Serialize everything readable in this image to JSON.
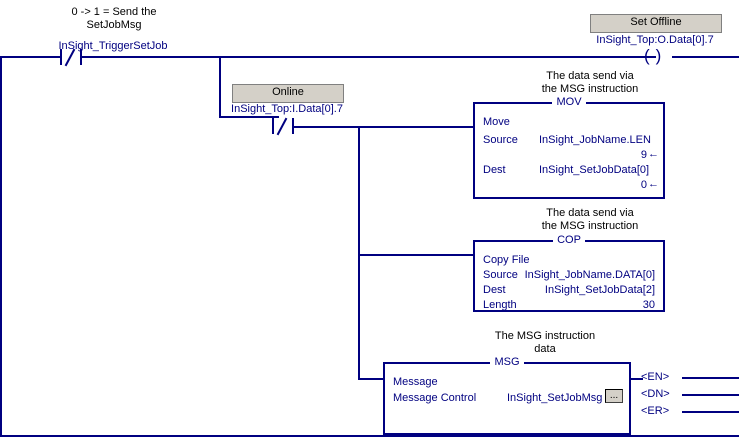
{
  "rung": {
    "comments": {
      "trigger": "0 -> 1 = Send the\nSetJobMsg",
      "mov": "The data send via\nthe MSG instruction",
      "cop": "The data send via\nthe MSG instruction",
      "msg": "The MSG instruction\ndata"
    },
    "elements": {
      "trigger_contact": {
        "label": "InSight_TriggerSetJob",
        "type": "xio-contact"
      },
      "online_contact": {
        "name": "Online",
        "label": "InSight_Top:I.Data[0].7",
        "type": "xio-contact"
      },
      "set_offline_coil": {
        "name": "Set Offline",
        "label": "InSight_Top:O.Data[0].7",
        "type": "coil"
      }
    },
    "blocks": [
      {
        "id": "mov",
        "title": "MOV",
        "rows": [
          {
            "name": "Move",
            "tag": "",
            "value": ""
          },
          {
            "name": "Source",
            "tag": "InSight_JobName.LEN",
            "value": ""
          },
          {
            "name": "",
            "tag": "",
            "value": "9"
          },
          {
            "name": "Dest",
            "tag": "InSight_SetJobData[0]",
            "value": ""
          },
          {
            "name": "",
            "tag": "",
            "value": "0"
          }
        ]
      },
      {
        "id": "cop",
        "title": "COP",
        "rows": [
          {
            "name": "Copy File",
            "tag": "",
            "value": ""
          },
          {
            "name": "Source",
            "tag": "InSight_JobName.DATA[0]",
            "value": ""
          },
          {
            "name": "Dest",
            "tag": "InSight_SetJobData[2]",
            "value": ""
          },
          {
            "name": "Length",
            "tag": "",
            "value": "30"
          }
        ]
      },
      {
        "id": "msg",
        "title": "MSG",
        "rows": [
          {
            "name": "Message",
            "tag": "",
            "value": ""
          },
          {
            "name": "Message Control",
            "tag": "InSight_SetJobMsg",
            "value": ""
          }
        ],
        "button_label": "...",
        "output_coils": [
          "<EN>",
          "<DN>",
          "<ER>"
        ]
      }
    ]
  },
  "colors": {
    "wire": "#000080",
    "text": "#000080",
    "comment_text": "#000000",
    "comment_box_bg": "#d4d0c8",
    "background": "#ffffff"
  }
}
